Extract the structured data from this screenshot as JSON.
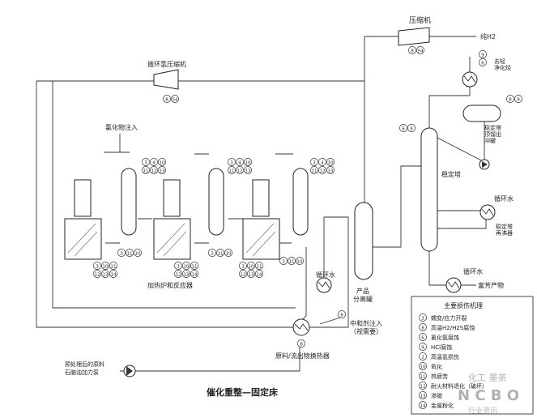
{
  "title": "催化重整—固定床",
  "labels": {
    "compressor": "压缩机",
    "recycle_compressor": "循环氢压缩机",
    "pure_h2": "纯H2",
    "chloride_injection": "氯化物注入",
    "heater_reactor": "加热炉和反应器",
    "product_separator_1": "产品",
    "product_separator_2": "分离罐",
    "feed_exchanger": "原料/流出物换热器",
    "neutralizer_1": "中和剂注入",
    "neutralizer_2": "（视需要）",
    "feed_1": "预处理后的原料",
    "feed_2": "石脑油加力泵",
    "stabilizer": "稳定塔",
    "aromatics": "富芳产物",
    "overhead_drum_1": "稳定塔",
    "overhead_drum_2": "顶馏出",
    "overhead_drum_3": "冲罐",
    "reboiler_1": "稳定塔",
    "reboiler_2": "再沸器",
    "cooling_water_1": "循环水",
    "cooling_water_2": "循环水",
    "cooling_water_3": "循环水",
    "light_end_1": "去轻",
    "light_end_2": "净化烃",
    "legend_title": "主要损伤机理",
    "watermark_1": "化工 墨茶",
    "watermark_2": "N C B O",
    "watermark_3": "行业资讯"
  },
  "legend": [
    {
      "num": "3",
      "text": "蠕变/应力开裂"
    },
    {
      "num": "8",
      "text": "高温H2/H2S腐蚀"
    },
    {
      "num": "6",
      "text": "氯化氨腐蚀"
    },
    {
      "num": "9",
      "text": "HCl腐蚀"
    },
    {
      "num": "2",
      "text": "高温氢损伤"
    },
    {
      "num": "10",
      "text": "氧化"
    },
    {
      "num": "11",
      "text": "热疲劳"
    },
    {
      "num": "12",
      "text": "耐火材料退化（破坏）"
    },
    {
      "num": "13",
      "text": "渗碳"
    },
    {
      "num": "14",
      "text": "金属粉化"
    }
  ],
  "bubbles": {
    "compressor": [
      "8",
      "54"
    ],
    "recycle_compressor": [
      "8",
      "54"
    ],
    "light_end": [
      "9",
      "6"
    ],
    "drum": [
      "8",
      "9"
    ],
    "stabilizer": [
      "6",
      "9"
    ],
    "reactor1": [
      "3",
      "4",
      "10",
      "11",
      "12",
      "13"
    ],
    "reactor2": [
      "3",
      "4",
      "10",
      "11",
      "12",
      "13"
    ],
    "reactor3": [
      "3",
      "4",
      "10",
      "11",
      "12",
      "13"
    ],
    "line1": [
      "3",
      "11",
      "10"
    ],
    "line2": [
      "3",
      "11",
      "10"
    ],
    "line3": [
      "3",
      "11",
      "10"
    ],
    "heater1": [
      "3",
      "10",
      "11",
      "12",
      "13",
      "14"
    ],
    "heater2": [
      "3",
      "10",
      "11",
      "12",
      "13",
      "14"
    ],
    "heater3": [
      "3",
      "10",
      "11",
      "12",
      "13",
      "14"
    ],
    "cooler": [
      "8"
    ],
    "feed_exchanger": [
      "8"
    ]
  }
}
